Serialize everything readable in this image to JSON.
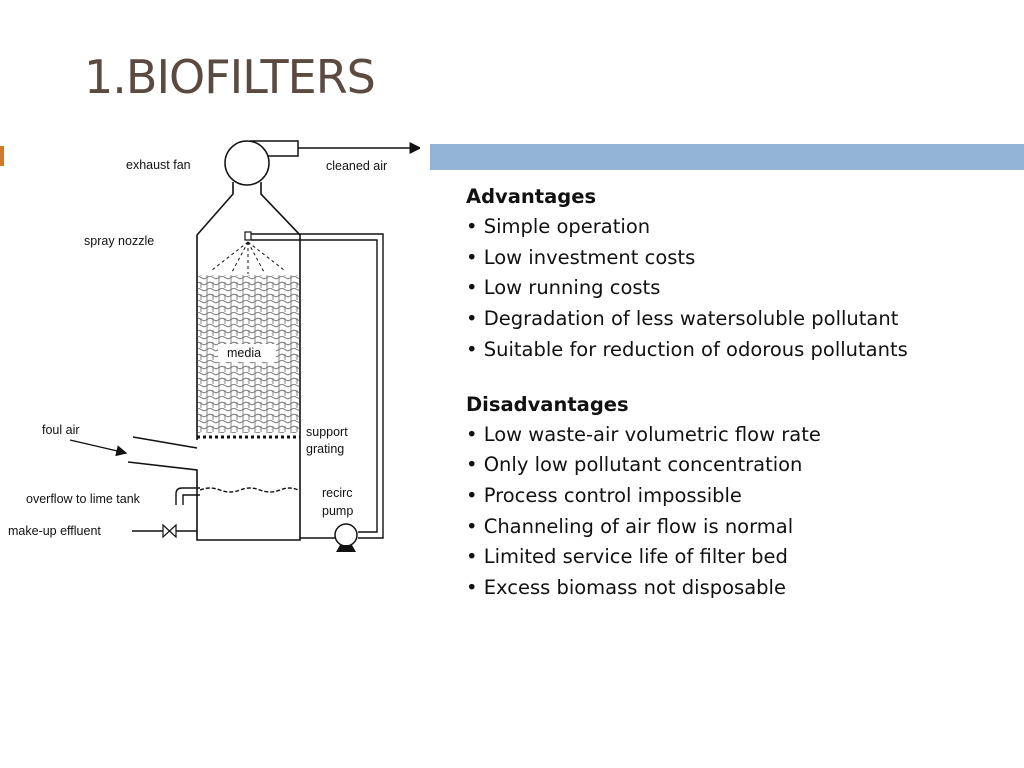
{
  "slide": {
    "title": "1.BIOFILTERS"
  },
  "diagram": {
    "labels": {
      "exhaust_fan": "exhaust fan",
      "cleaned_air": "cleaned air",
      "spray_nozzle": "spray nozzle",
      "media": "media",
      "foul_air": "foul air",
      "support": "support",
      "grating": "grating",
      "overflow": "overflow to lime tank",
      "recirc": "recirc",
      "pump": "pump",
      "makeup": "make-up effluent"
    }
  },
  "advantages": {
    "heading": "Advantages",
    "items": [
      "Simple operation",
      "Low investment costs",
      "Low running costs",
      "Degradation of less watersoluble pollutant",
      "Suitable for reduction of odorous pollutants"
    ]
  },
  "disadvantages": {
    "heading": "Disadvantages",
    "items": [
      "Low waste-air volumetric flow rate",
      "Only low pollutant concentration",
      "Process control impossible",
      "Channeling of air flow is normal",
      "Limited service life of filter bed",
      "Excess biomass not disposable"
    ]
  },
  "colors": {
    "title": "#5a4a3f",
    "accent_bar": "#93b4d6",
    "title_accent": "#d07a2e"
  }
}
